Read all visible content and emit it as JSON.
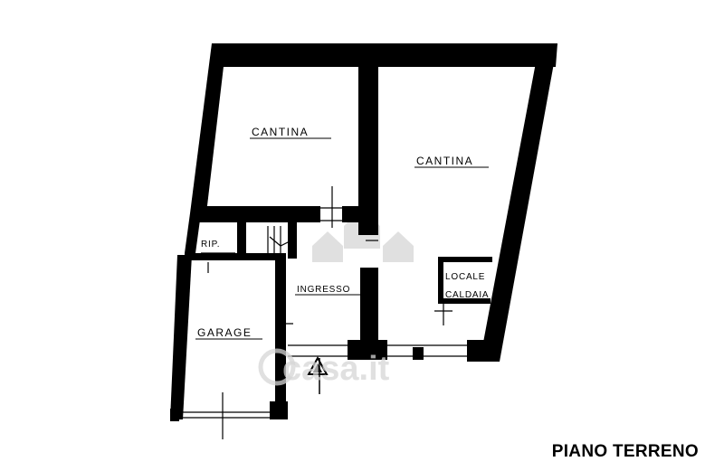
{
  "rooms": {
    "cantina_left": "CANTINA",
    "cantina_right": "CANTINA",
    "rip": "RIP.",
    "ingresso": "INGRESSO",
    "garage": "GARAGE",
    "locale_line1": "LOCALE",
    "locale_line2": "CALDAIA"
  },
  "floor_title": "PIANO TERRENO",
  "watermark": {
    "text": "casa.it",
    "logo": "house-logo"
  },
  "colors": {
    "walls": "#000000",
    "background": "#ffffff",
    "watermark": "#d6d6d6"
  }
}
